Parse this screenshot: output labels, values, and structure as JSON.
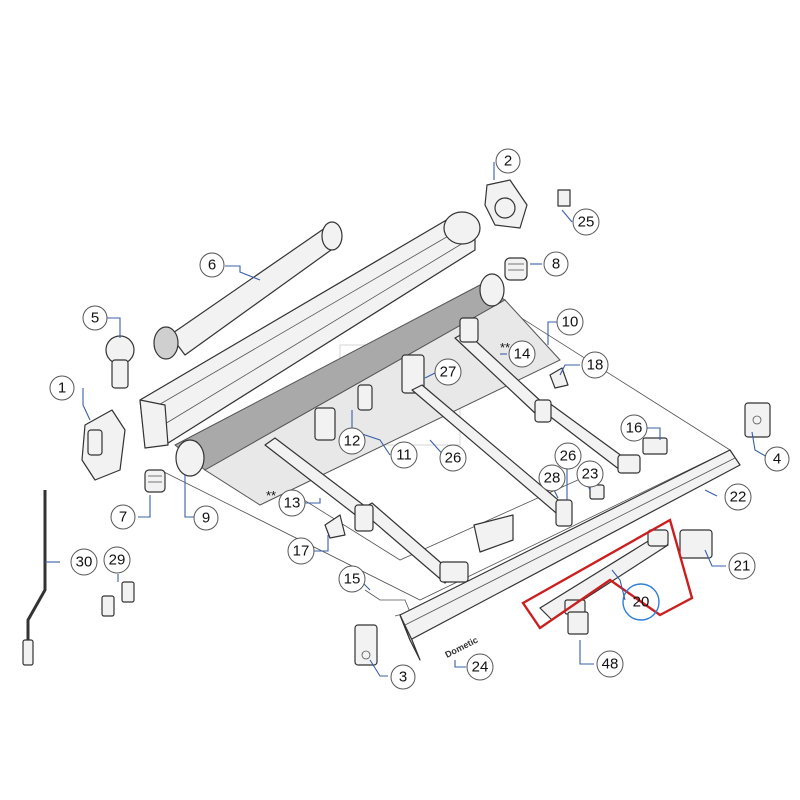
{
  "parts": {
    "p1": "1",
    "p2": "2",
    "p3": "3",
    "p4": "4",
    "p5": "5",
    "p6": "6",
    "p7": "7",
    "p8": "8",
    "p9": "9",
    "p10": "10",
    "p11": "11",
    "p12": "12",
    "p13": "13",
    "p14": "14",
    "p15": "15",
    "p16": "16",
    "p17": "17",
    "p18": "18",
    "p20": "20",
    "p21": "21",
    "p22": "22",
    "p23": "23",
    "p24": "24",
    "p25": "25",
    "p26a": "26",
    "p26b": "26",
    "p27": "27",
    "p28": "28",
    "p29": "29",
    "p30": "30",
    "p48": "48"
  },
  "annotations": {
    "star13": "**",
    "star14": "**"
  },
  "brand": "Dometic",
  "highlighted_part": "20",
  "colors": {
    "highlight": "#cc1f1f",
    "leader": "#3a5fa8",
    "fabric": "#a9a9a9"
  }
}
